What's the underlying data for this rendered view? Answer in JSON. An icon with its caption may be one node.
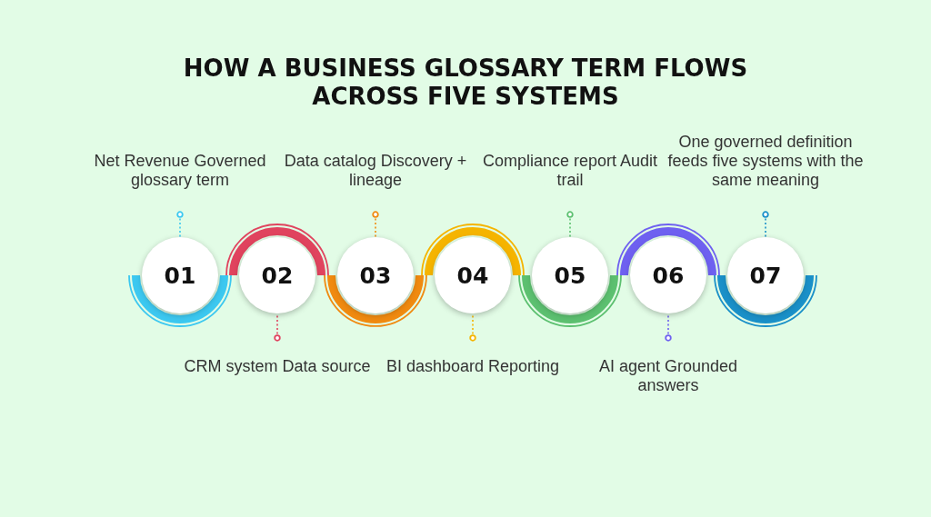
{
  "diagram": {
    "title": "HOW A BUSINESS GLOSSARY TERM FLOWS ACROSS FIVE SYSTEMS",
    "nodes": [
      {
        "text": [
          "01"
        ]
      },
      {
        "text": [
          "02"
        ]
      },
      {
        "text": [
          "03"
        ]
      },
      {
        "text": [
          "04"
        ]
      },
      {
        "text": [
          "05"
        ]
      },
      {
        "text": [
          "06"
        ]
      },
      {
        "text": [
          "07"
        ]
      },
      {
        "text": [
          "Net Revenue Governed glossary term"
        ]
      },
      {
        "text": [
          "CRM system Data source"
        ]
      },
      {
        "text": [
          "Data catalog Discovery + lineage"
        ]
      },
      {
        "text": [
          "BI dashboard Reporting"
        ]
      },
      {
        "text": [
          "Compliance report Audit trail"
        ]
      },
      {
        "text": [
          "AI agent Grounded answers"
        ]
      },
      {
        "text": [
          "One governed definition feeds five systems with the same meaning"
        ]
      }
    ],
    "edges": [
      {
        "from": 7,
        "to": 0,
        "arrow": "other",
        "style": "dashed",
        "color": "#3cc8f0"
      },
      {
        "from": 8,
        "to": 1,
        "arrow": "other",
        "style": "dashed",
        "color": "#e0435e"
      },
      {
        "from": 9,
        "to": 2,
        "arrow": "other",
        "style": "dashed",
        "color": "#f08a10"
      },
      {
        "from": 10,
        "to": 3,
        "arrow": "other",
        "style": "dashed",
        "color": "#f5b400"
      },
      {
        "from": 11,
        "to": 4,
        "arrow": "other",
        "style": "dashed",
        "color": "#5cc070"
      },
      {
        "from": 12,
        "to": 5,
        "arrow": "other",
        "style": "dashed",
        "color": "#6e60f0"
      },
      {
        "from": 13,
        "to": 6,
        "arrow": "other",
        "style": "dashed",
        "color": "#1a90c8"
      }
    ]
  }
}
